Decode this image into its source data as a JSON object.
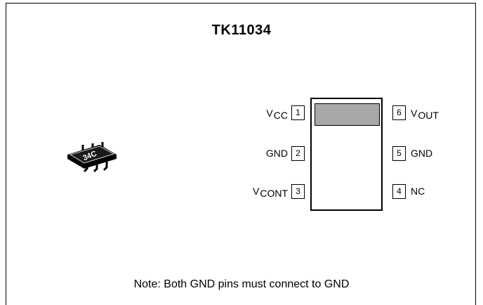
{
  "title": "TK11034",
  "package_marking": "34C",
  "pins": [
    {
      "num": "1",
      "side": "left",
      "label_main": "V",
      "label_sub": "CC"
    },
    {
      "num": "2",
      "side": "left",
      "label_main": "GND",
      "label_sub": ""
    },
    {
      "num": "3",
      "side": "left",
      "label_main": "V",
      "label_sub": "CONT"
    },
    {
      "num": "6",
      "side": "right",
      "label_main": "V",
      "label_sub": "OUT"
    },
    {
      "num": "5",
      "side": "right",
      "label_main": "GND",
      "label_sub": ""
    },
    {
      "num": "4",
      "side": "right",
      "label_main": "NC",
      "label_sub": ""
    }
  ],
  "note": "Note: Both GND pins must connect to GND",
  "colors": {
    "marking_fill": "#a8a8a8"
  }
}
